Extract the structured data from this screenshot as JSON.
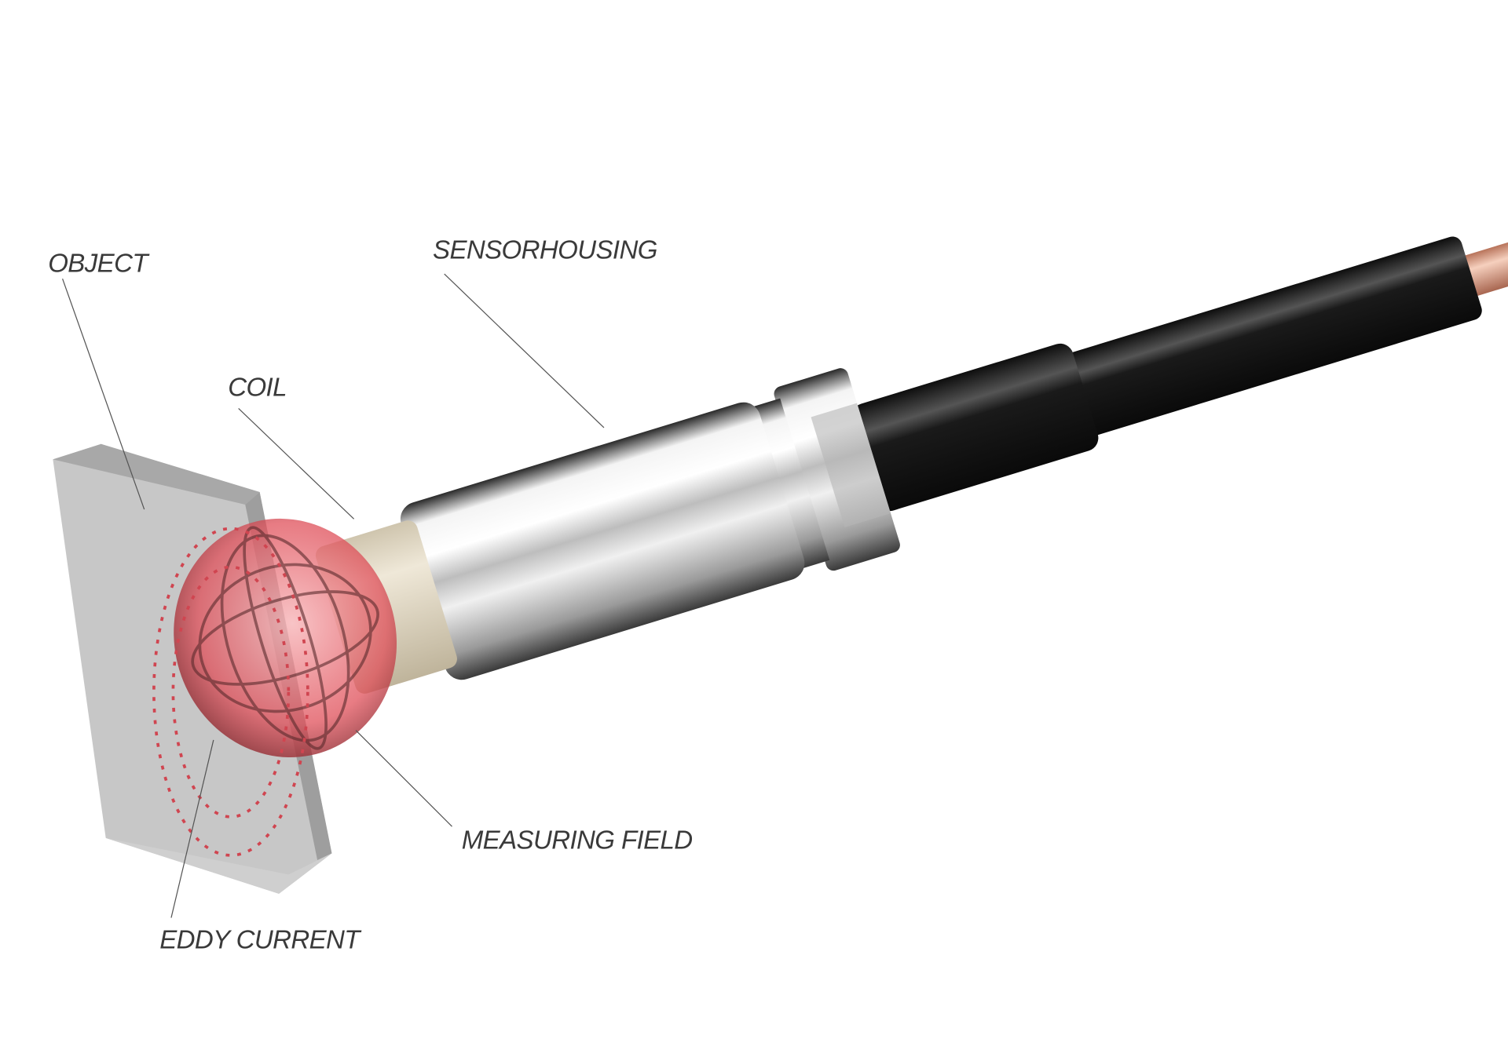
{
  "labels": {
    "object": "OBJECT",
    "sensorhousing": "SENSORHOUSING",
    "coil": "COIL",
    "measuring_field": "MEASURING FIELD",
    "eddy_current": "EDDY CURRENT"
  },
  "colors": {
    "field": "#e0505a",
    "housing": "#c8c8c8",
    "cable": "#1e1e1e",
    "copper": "#d9957a",
    "coil_ceramic": "#e6ddc8",
    "object": "#bdbdbd"
  }
}
